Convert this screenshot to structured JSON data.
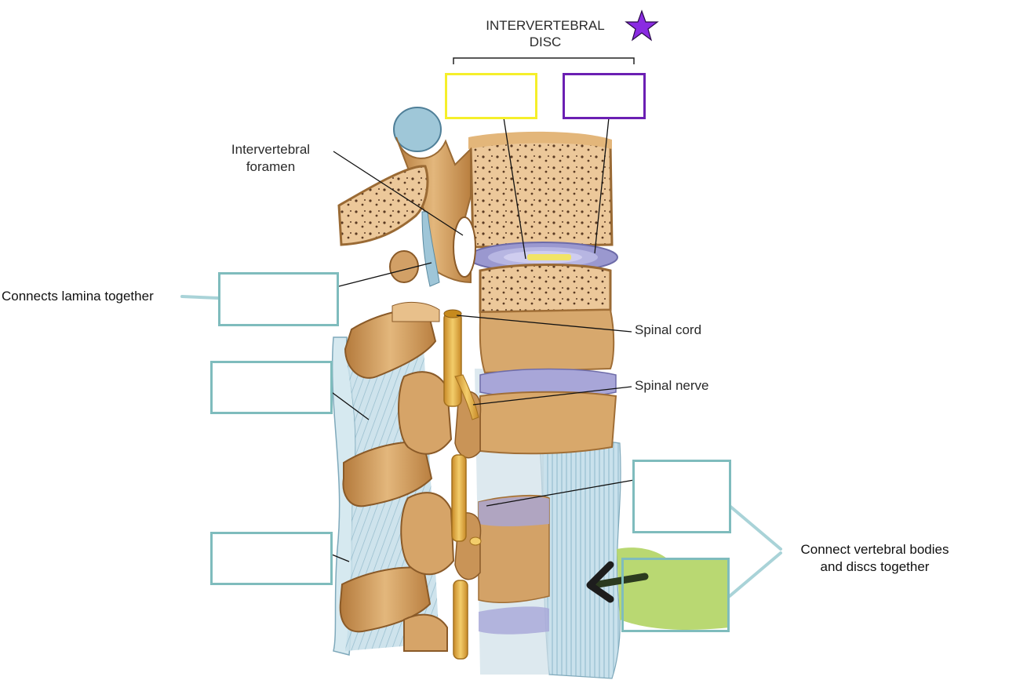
{
  "header": {
    "title_line1": "INTERVERTEBRAL",
    "title_line2": "DISC",
    "star_color": "#8a2be2"
  },
  "labels": {
    "intervertebral_foramen_line1": "Intervertebral",
    "intervertebral_foramen_line2": "foramen",
    "spinal_cord": "Spinal cord",
    "spinal_nerve": "Spinal nerve"
  },
  "notes": {
    "connects_lamina": "Connects lamina together",
    "connect_bodies_line1": "Connect vertebral bodies",
    "connect_bodies_line2": "and discs together"
  },
  "answer_boxes": [
    {
      "id": "nucleus-box",
      "border_color": "#f5ef2a",
      "value": ""
    },
    {
      "id": "annulus-box",
      "border_color": "#6b1fb3",
      "value": ""
    },
    {
      "id": "ligamentum-flavum-box",
      "border_color": "#7fbcbd",
      "value": ""
    },
    {
      "id": "interspinous-ligament-box",
      "border_color": "#7fbcbd",
      "value": ""
    },
    {
      "id": "supraspinous-ligament-box",
      "border_color": "#7fbcbd",
      "value": ""
    },
    {
      "id": "posterior-longitudinal-box",
      "border_color": "#7fbcbd",
      "value": ""
    },
    {
      "id": "anterior-longitudinal-box",
      "border_color": "#7fbcbd",
      "value": ""
    }
  ],
  "colors": {
    "bone": "#d9a86a",
    "bone_dark": "#b77d3e",
    "disc": "#a9a8d8",
    "ligament": "#bcd9e6",
    "nerve": "#e6b24a",
    "highlight_green": "#b5d66a"
  }
}
